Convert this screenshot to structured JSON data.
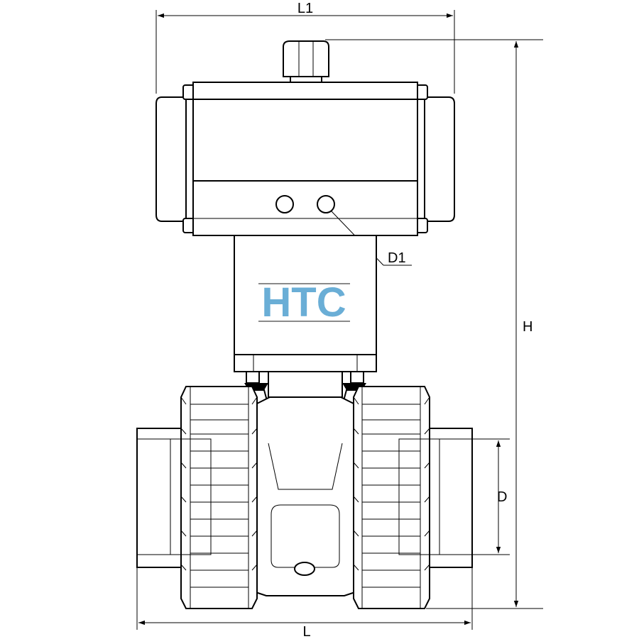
{
  "dimensions": {
    "L1": "L1",
    "H": "H",
    "D1": "D1",
    "D": "D",
    "L": "L"
  },
  "logo": {
    "text": "HTC",
    "color": "#6aaed6",
    "line_color": "#8a8a8a"
  }
}
